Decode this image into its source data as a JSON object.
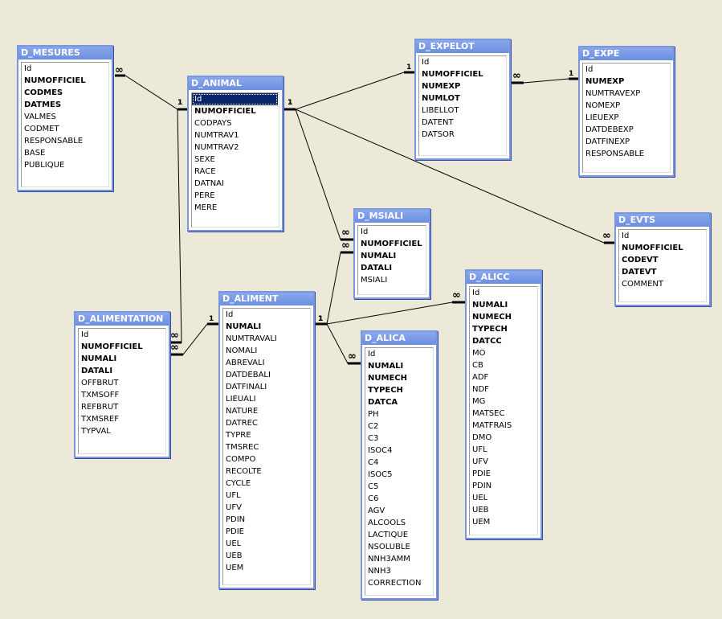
{
  "tables": [
    {
      "id": "mesures",
      "title": "D_MESURES",
      "fields": [
        {
          "name": "Id",
          "key": false
        },
        {
          "name": "NUMOFFICIEL",
          "key": true
        },
        {
          "name": "CODMES",
          "key": true
        },
        {
          "name": "DATMES",
          "key": true
        },
        {
          "name": "VALMES",
          "key": false
        },
        {
          "name": "CODMET",
          "key": false
        },
        {
          "name": "RESPONSABLE",
          "key": false
        },
        {
          "name": "BASE",
          "key": false
        },
        {
          "name": "PUBLIQUE",
          "key": false
        }
      ]
    },
    {
      "id": "animal",
      "title": "D_ANIMAL",
      "fields": [
        {
          "name": "Id",
          "key": false,
          "selected": true
        },
        {
          "name": "NUMOFFICIEL",
          "key": true
        },
        {
          "name": "CODPAYS",
          "key": false
        },
        {
          "name": "NUMTRAV1",
          "key": false
        },
        {
          "name": "NUMTRAV2",
          "key": false
        },
        {
          "name": "SEXE",
          "key": false
        },
        {
          "name": "RACE",
          "key": false
        },
        {
          "name": "DATNAI",
          "key": false
        },
        {
          "name": "PERE",
          "key": false
        },
        {
          "name": "MERE",
          "key": false
        }
      ]
    },
    {
      "id": "expelot",
      "title": "D_EXPELOT",
      "fields": [
        {
          "name": "Id",
          "key": false
        },
        {
          "name": "NUMOFFICIEL",
          "key": true
        },
        {
          "name": "NUMEXP",
          "key": true
        },
        {
          "name": "NUMLOT",
          "key": true
        },
        {
          "name": "LIBELLOT",
          "key": false
        },
        {
          "name": "DATENT",
          "key": false
        },
        {
          "name": "DATSOR",
          "key": false
        }
      ]
    },
    {
      "id": "expe",
      "title": "D_EXPE",
      "fields": [
        {
          "name": "Id",
          "key": false
        },
        {
          "name": "NUMEXP",
          "key": true
        },
        {
          "name": "NUMTRAVEXP",
          "key": false
        },
        {
          "name": "NOMEXP",
          "key": false
        },
        {
          "name": "LIEUEXP",
          "key": false
        },
        {
          "name": "DATDEBEXP",
          "key": false
        },
        {
          "name": "DATFINEXP",
          "key": false
        },
        {
          "name": "RESPONSABLE",
          "key": false
        }
      ]
    },
    {
      "id": "msiali",
      "title": "D_MSIALI",
      "fields": [
        {
          "name": "Id",
          "key": false
        },
        {
          "name": "NUMOFFICIEL",
          "key": true
        },
        {
          "name": "NUMALI",
          "key": true
        },
        {
          "name": "DATALI",
          "key": true
        },
        {
          "name": "MSIALI",
          "key": false
        }
      ]
    },
    {
      "id": "evts",
      "title": "D_EVTS",
      "fields": [
        {
          "name": "Id",
          "key": false
        },
        {
          "name": "NUMOFFICIEL",
          "key": true
        },
        {
          "name": "CODEVT",
          "key": true
        },
        {
          "name": "DATEVT",
          "key": true
        },
        {
          "name": "COMMENT",
          "key": false
        }
      ]
    },
    {
      "id": "alicc",
      "title": "D_ALICC",
      "fields": [
        {
          "name": "Id",
          "key": false
        },
        {
          "name": "NUMALI",
          "key": true
        },
        {
          "name": "NUMECH",
          "key": true
        },
        {
          "name": "TYPECH",
          "key": true
        },
        {
          "name": "DATCC",
          "key": true
        },
        {
          "name": "MO",
          "key": false
        },
        {
          "name": "CB",
          "key": false
        },
        {
          "name": "ADF",
          "key": false
        },
        {
          "name": "NDF",
          "key": false
        },
        {
          "name": "MG",
          "key": false
        },
        {
          "name": "MATSEC",
          "key": false
        },
        {
          "name": "MATFRAIS",
          "key": false
        },
        {
          "name": "DMO",
          "key": false
        },
        {
          "name": "UFL",
          "key": false
        },
        {
          "name": "UFV",
          "key": false
        },
        {
          "name": "PDIE",
          "key": false
        },
        {
          "name": "PDIN",
          "key": false
        },
        {
          "name": "UEL",
          "key": false
        },
        {
          "name": "UEB",
          "key": false
        },
        {
          "name": "UEM",
          "key": false
        }
      ]
    },
    {
      "id": "alimentation",
      "title": "D_ALIMENTATION",
      "fields": [
        {
          "name": "Id",
          "key": false
        },
        {
          "name": "NUMOFFICIEL",
          "key": true
        },
        {
          "name": "NUMALI",
          "key": true
        },
        {
          "name": "DATALI",
          "key": true
        },
        {
          "name": "OFFBRUT",
          "key": false
        },
        {
          "name": "TXMSOFF",
          "key": false
        },
        {
          "name": "REFBRUT",
          "key": false
        },
        {
          "name": "TXMSREF",
          "key": false
        },
        {
          "name": "TYPVAL",
          "key": false
        }
      ]
    },
    {
      "id": "aliment",
      "title": "D_ALIMENT",
      "fields": [
        {
          "name": "Id",
          "key": false
        },
        {
          "name": "NUMALI",
          "key": true
        },
        {
          "name": "NUMTRAVALI",
          "key": false
        },
        {
          "name": "NOMALI",
          "key": false
        },
        {
          "name": "ABREVALI",
          "key": false
        },
        {
          "name": "DATDEBALI",
          "key": false
        },
        {
          "name": "DATFINALI",
          "key": false
        },
        {
          "name": "LIEUALI",
          "key": false
        },
        {
          "name": "NATURE",
          "key": false
        },
        {
          "name": "DATREC",
          "key": false
        },
        {
          "name": "TYPRE",
          "key": false
        },
        {
          "name": "TMSREC",
          "key": false
        },
        {
          "name": "COMPO",
          "key": false
        },
        {
          "name": "RECOLTE",
          "key": false
        },
        {
          "name": "CYCLE",
          "key": false
        },
        {
          "name": "UFL",
          "key": false
        },
        {
          "name": "UFV",
          "key": false
        },
        {
          "name": "PDIN",
          "key": false
        },
        {
          "name": "PDIE",
          "key": false
        },
        {
          "name": "UEL",
          "key": false
        },
        {
          "name": "UEB",
          "key": false
        },
        {
          "name": "UEM",
          "key": false
        }
      ]
    },
    {
      "id": "alica",
      "title": "D_ALICA",
      "fields": [
        {
          "name": "Id",
          "key": false
        },
        {
          "name": "NUMALI",
          "key": true
        },
        {
          "name": "NUMECH",
          "key": true
        },
        {
          "name": "TYPECH",
          "key": true
        },
        {
          "name": "DATCA",
          "key": true
        },
        {
          "name": "PH",
          "key": false
        },
        {
          "name": "C2",
          "key": false
        },
        {
          "name": "C3",
          "key": false
        },
        {
          "name": "ISOC4",
          "key": false
        },
        {
          "name": "C4",
          "key": false
        },
        {
          "name": "ISOC5",
          "key": false
        },
        {
          "name": "C5",
          "key": false
        },
        {
          "name": "C6",
          "key": false
        },
        {
          "name": "AGV",
          "key": false
        },
        {
          "name": "ALCOOLS",
          "key": false
        },
        {
          "name": "LACTIQUE",
          "key": false
        },
        {
          "name": "NSOLUBLE",
          "key": false
        },
        {
          "name": "NNH3AMM",
          "key": false
        },
        {
          "name": "NNH3",
          "key": false
        },
        {
          "name": "CORRECTION",
          "key": false
        }
      ]
    }
  ],
  "relations": [
    {
      "from": "mesures",
      "to": "animal",
      "from_card": "∞",
      "to_card": "1"
    },
    {
      "from": "animal",
      "to": "expelot",
      "from_card": "1",
      "to_card": "1"
    },
    {
      "from": "expelot",
      "to": "expe",
      "from_card": "∞",
      "to_card": "1"
    },
    {
      "from": "animal",
      "to": "msiali",
      "from_card": "1",
      "to_card": "∞"
    },
    {
      "from": "animal",
      "to": "evts",
      "from_card": "1",
      "to_card": "∞"
    },
    {
      "from": "animal",
      "to": "alimentation",
      "from_card": "1",
      "to_card": "∞"
    },
    {
      "from": "aliment",
      "to": "alimentation",
      "from_card": "1",
      "to_card": "∞"
    },
    {
      "from": "aliment",
      "to": "msiali",
      "from_card": "1",
      "to_card": "∞"
    },
    {
      "from": "aliment",
      "to": "alicc",
      "from_card": "1",
      "to_card": "∞"
    },
    {
      "from": "aliment",
      "to": "alica",
      "from_card": "1",
      "to_card": "∞"
    }
  ]
}
